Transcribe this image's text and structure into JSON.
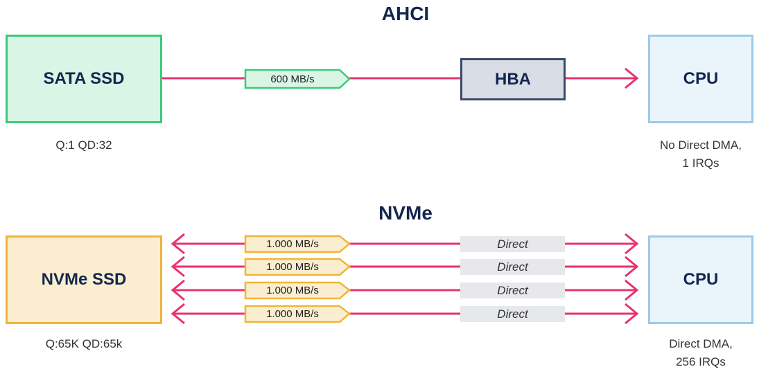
{
  "ahci": {
    "title": "AHCI",
    "device": "SATA SSD",
    "device_caption": "Q:1 QD:32",
    "bandwidth": "600 MB/s",
    "controller": "HBA",
    "cpu": "CPU",
    "cpu_caption_line1": "No Direct DMA,",
    "cpu_caption_line2": "1 IRQs"
  },
  "nvme": {
    "title": "NVMe",
    "device": "NVMe SSD",
    "device_caption": "Q:65K QD:65k",
    "lanes": [
      {
        "bandwidth": "1.000 MB/s",
        "path": "Direct"
      },
      {
        "bandwidth": "1.000 MB/s",
        "path": "Direct"
      },
      {
        "bandwidth": "1.000 MB/s",
        "path": "Direct"
      },
      {
        "bandwidth": "1.000 MB/s",
        "path": "Direct"
      }
    ],
    "cpu": "CPU",
    "cpu_caption_line1": "Direct DMA,",
    "cpu_caption_line2": "256 IRQs"
  },
  "colors": {
    "line": "#e8336b",
    "sata_border": "#3cc97a",
    "sata_fill": "#d9f5e5",
    "nvme_border": "#efb53a",
    "nvme_fill": "#fbeed0",
    "cpu_border": "#9ccbe8",
    "cpu_fill": "#eaf4fb",
    "hba_border": "#3a4a6b",
    "hba_fill": "#d9dde5"
  }
}
